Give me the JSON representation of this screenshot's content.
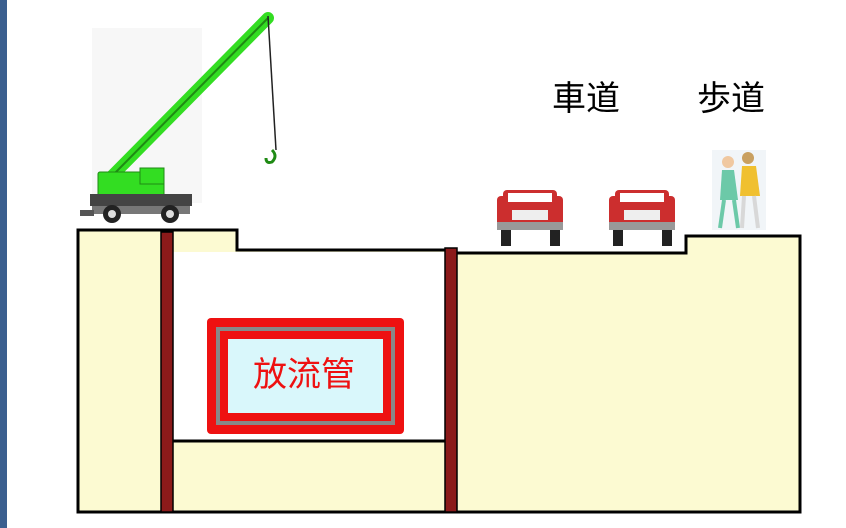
{
  "labels": {
    "roadway": "車道",
    "sidewalk": "歩道",
    "discharge_pipe": "放流管"
  },
  "colors": {
    "frame": "#3b5f8f",
    "soil": "#fcfad2",
    "wall": "#8b1a1a",
    "pipe_outer": "#ee1111",
    "pipe_inner": "#d9f7fb",
    "pipe_label": "#ee1111",
    "crane": "#33dd22",
    "car": "#cc2e2e"
  },
  "icons": [
    "crane-icon",
    "car-icon",
    "car-icon",
    "pedestrians-icon"
  ]
}
